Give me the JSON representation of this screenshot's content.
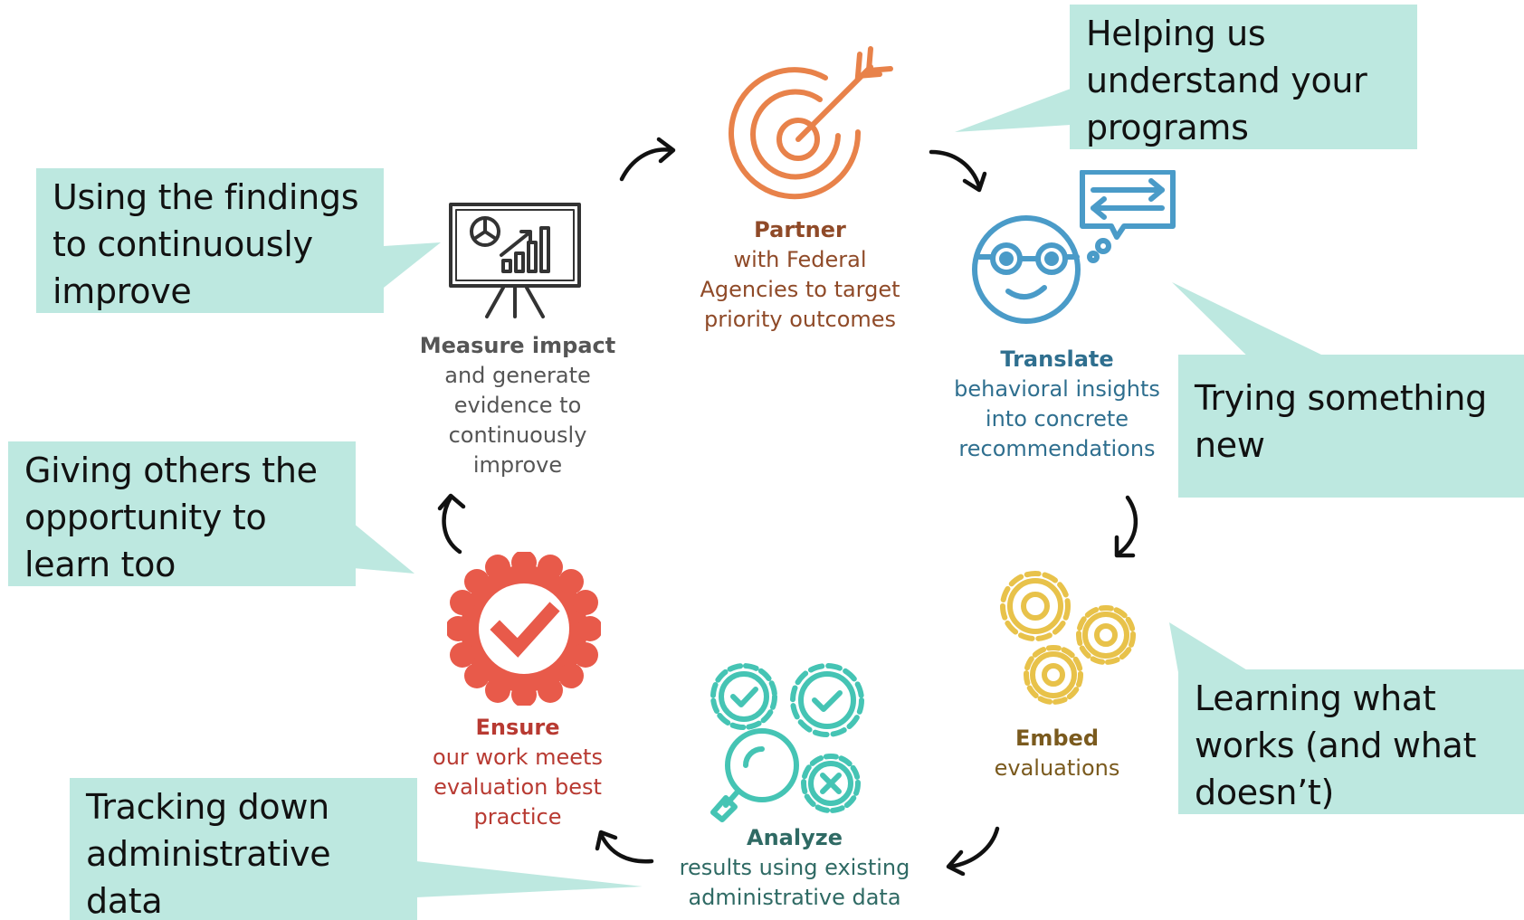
{
  "colors": {
    "callout_bg": "#bde8e0",
    "partner": "#e8824a",
    "partner_text": "#8f4a28",
    "translate": "#4a9bc8",
    "translate_text": "#2f6f8f",
    "embed": "#e8c24a",
    "embed_text": "#7a5a1e",
    "analyze": "#45c4b4",
    "analyze_text": "#2f6a64",
    "ensure": "#e85a4a",
    "ensure_text": "#b83a32",
    "measure": "#333333",
    "measure_text": "#555555",
    "arrow": "#111111"
  },
  "callouts": {
    "top_right": [
      "Helping us",
      "understand your",
      "programs"
    ],
    "upper_left": [
      "Using the findings",
      "to continuously",
      "improve"
    ],
    "right_middle": [
      "Trying something",
      "new"
    ],
    "left_middle": [
      "Giving others the",
      "opportunity to",
      "learn too"
    ],
    "right_bottom": [
      "Learning what",
      "works (and what",
      "doesn’t)"
    ],
    "bottom_left": [
      "Tracking down",
      "administrative",
      "data"
    ]
  },
  "stages": {
    "partner": {
      "title": "Partner",
      "lines": [
        "with Federal",
        "Agencies to target",
        "priority outcomes"
      ],
      "icon": "target-icon"
    },
    "translate": {
      "title": "Translate",
      "lines": [
        "behavioral insights",
        "into concrete",
        "recommendations"
      ],
      "icon": "thinking-face-icon"
    },
    "embed": {
      "title": "Embed",
      "lines": [
        "evaluations"
      ],
      "icon": "gears-icon"
    },
    "analyze": {
      "title": "Analyze",
      "lines": [
        "results using existing",
        "administrative data"
      ],
      "icon": "magnifier-gears-icon"
    },
    "ensure": {
      "title": "Ensure",
      "lines": [
        "our work meets",
        "evaluation best",
        "practice"
      ],
      "icon": "badge-check-icon"
    },
    "measure": {
      "title": "Measure impact",
      "lines": [
        "and generate",
        "evidence to",
        "continuously",
        "improve"
      ],
      "icon": "presentation-chart-icon"
    }
  }
}
